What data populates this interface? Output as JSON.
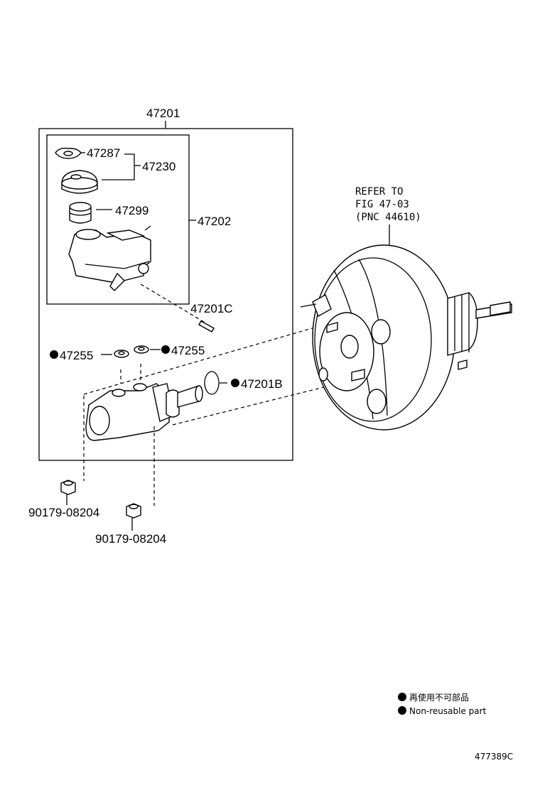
{
  "labels": {
    "assy_main": "47201",
    "reservoir_assy": "47202",
    "cap_gasket": "47287",
    "cap_assy": "47230",
    "strainer": "47299",
    "pin": "47201C",
    "grommet_left": "47255",
    "grommet_right": "47255",
    "o_ring": "47201B",
    "nut_left": "90179-08204",
    "nut_right": "90179-08204",
    "booster_ref_line1": "REFER TO",
    "booster_ref_line2": "FIG 47-03",
    "booster_ref_line3": "(PNC 44610)"
  },
  "legend": {
    "line1": "再使用不可部品",
    "line2": "Non-reusable part"
  },
  "figure_id": "477389C"
}
